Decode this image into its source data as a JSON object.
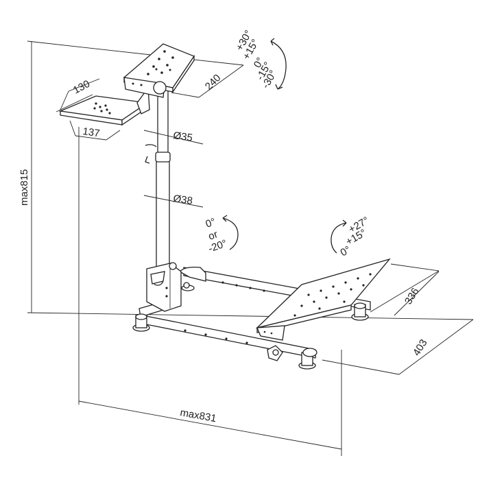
{
  "title": "Wheel stand dimension drawing",
  "dimensions": {
    "height": "max815",
    "length": "max831",
    "shifter_plate_width": "130",
    "shifter_plate_depth": "137",
    "wheel_plate_width": "240",
    "pedal_plate_width": "336",
    "base_depth": "403",
    "upper_tube_diameter": "Ø35",
    "lower_tube_diameter": "Ø38"
  },
  "angles": {
    "wheel_tilt": [
      "+30°",
      "+15°",
      "0°",
      "-15°",
      "-30°"
    ],
    "column_tilt": [
      "0°",
      "or",
      "-20°"
    ],
    "pedal_tilt": [
      "+27°",
      "+15°",
      "0°"
    ]
  }
}
